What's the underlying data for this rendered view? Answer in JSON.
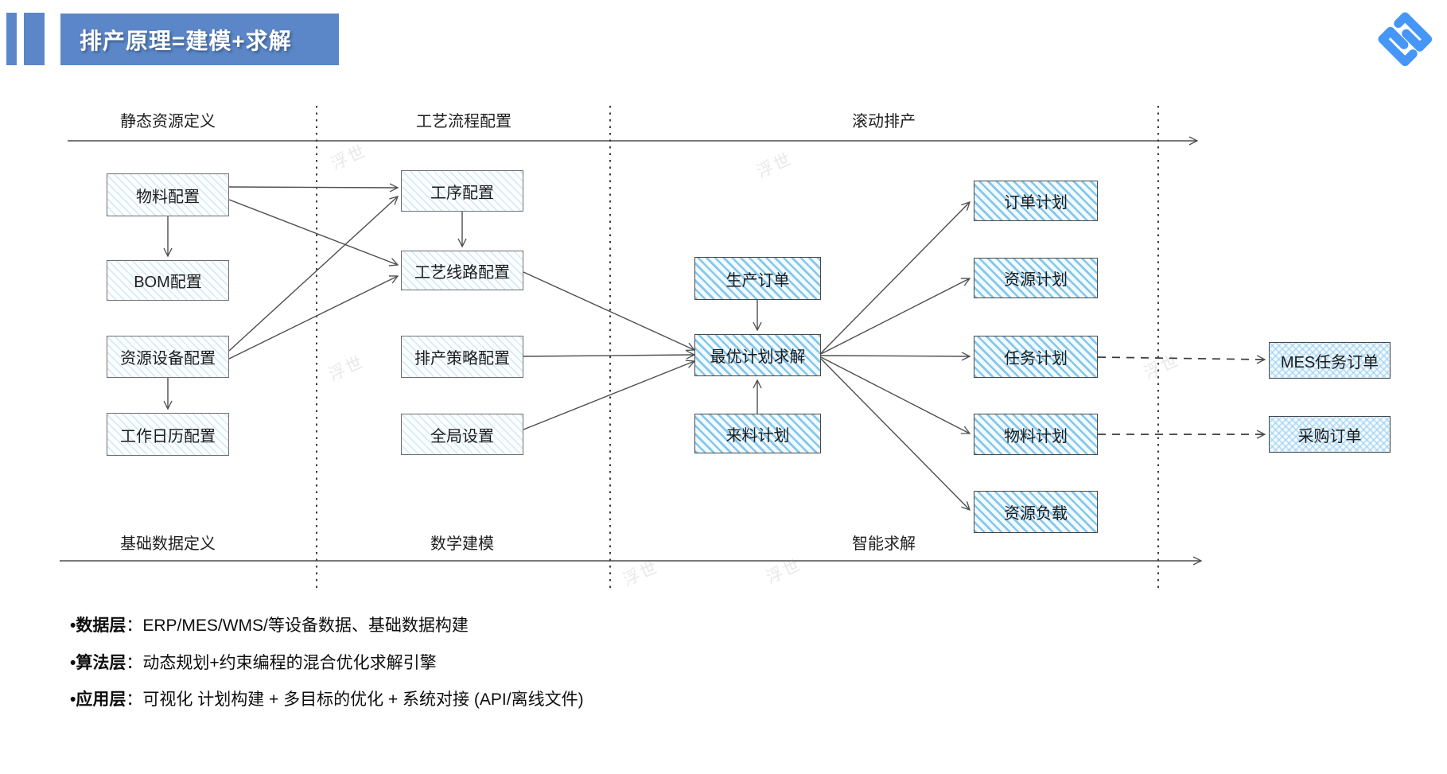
{
  "title": {
    "text": "排产原理=建模+求解"
  },
  "diagram": {
    "headers": {
      "static_resource": "静态资源定义",
      "process_flow": "工艺流程配置",
      "rolling_scheduling": "滚动排产",
      "basic_data": "基础数据定义",
      "math_modeling": "数学建模",
      "intelligent_solving": "智能求解"
    },
    "nodes": {
      "material_config": "物料配置",
      "bom_config": "BOM配置",
      "resource_equipment_config": "资源设备配置",
      "work_calendar_config": "工作日历配置",
      "operation_config": "工序配置",
      "process_route_config": "工艺线路配置",
      "scheduling_strategy_config": "排产策略配置",
      "global_settings": "全局设置",
      "production_order": "生产订单",
      "optimal_plan_solver": "最优计划求解",
      "incoming_material_plan": "来料计划",
      "order_plan": "订单计划",
      "resource_plan": "资源计划",
      "task_plan": "任务计划",
      "material_plan": "物料计划",
      "resource_load": "资源负载",
      "mes_task_order": "MES任务订单",
      "purchase_order": "采购订单"
    },
    "watermark": "浮世"
  },
  "footnotes": [
    {
      "label": "•数据层",
      "text": "：ERP/MES/WMS/等设备数据、基础数据构建"
    },
    {
      "label": "•算法层",
      "text": "：动态规划+约束编程的混合优化求解引擎"
    },
    {
      "label": "•应用层",
      "text": "：可视化 计划构建 + 多目标的优化 + 系统对接 (API/离线文件)"
    }
  ],
  "colors": {
    "banner_blue": "#5b87c8",
    "logo_blue": "#4596f7",
    "hatch_blue": "#64b9e8",
    "line_gray": "#4d4d4d"
  }
}
